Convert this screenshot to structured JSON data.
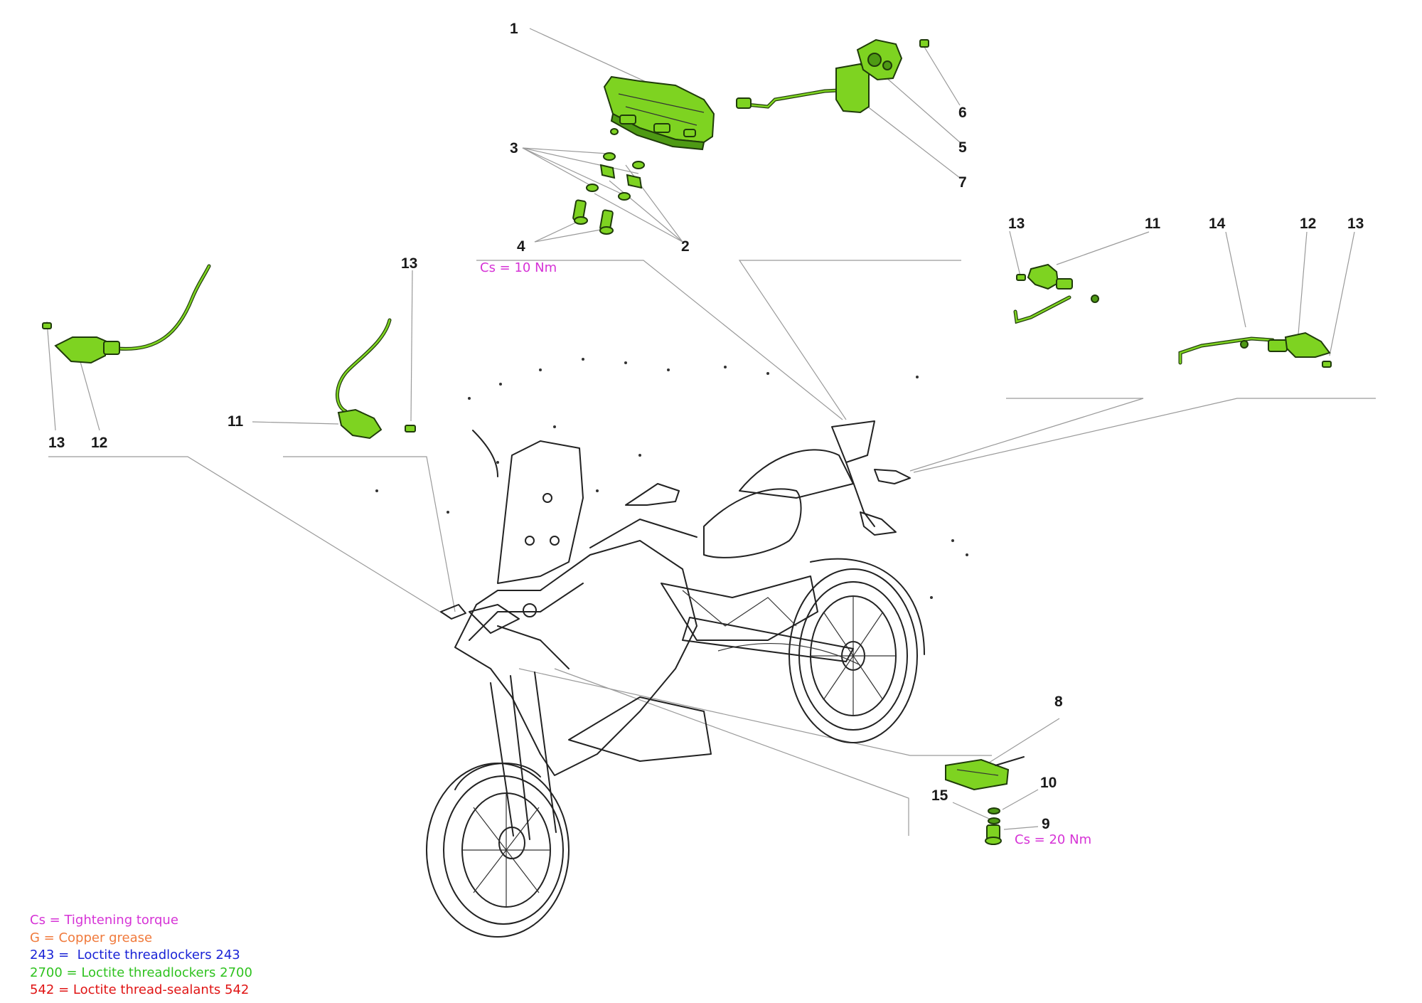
{
  "callouts": [
    {
      "label": "1"
    },
    {
      "label": "3"
    },
    {
      "label": "2"
    },
    {
      "label": "4"
    },
    {
      "label": "6"
    },
    {
      "label": "5"
    },
    {
      "label": "7"
    },
    {
      "label": "13"
    },
    {
      "label": "11"
    },
    {
      "label": "14"
    },
    {
      "label": "12"
    },
    {
      "label": "13"
    },
    {
      "label": "13"
    },
    {
      "label": "12"
    },
    {
      "label": "13"
    },
    {
      "label": "11"
    },
    {
      "label": "8"
    },
    {
      "label": "10"
    },
    {
      "label": "15"
    },
    {
      "label": "9"
    }
  ],
  "torque_notes": {
    "headlight": "Cs = 10 Nm",
    "plate_light": "Cs = 20 Nm"
  },
  "legend": [
    {
      "text": "Cs = Tightening torque",
      "color": "#d633d6"
    },
    {
      "text": "G = Copper grease",
      "color": "#f07a3c"
    },
    {
      "text": "243 =  Loctite threadlockers 243",
      "color": "#1a23d6"
    },
    {
      "text": "2700 = Loctite threadlockers 2700",
      "color": "#2fc21f"
    },
    {
      "text": "542 = Loctite thread-sealants 542",
      "color": "#e01414"
    }
  ],
  "colors": {
    "part_fill": "#7ed321",
    "note_magenta": "#d633d6"
  }
}
